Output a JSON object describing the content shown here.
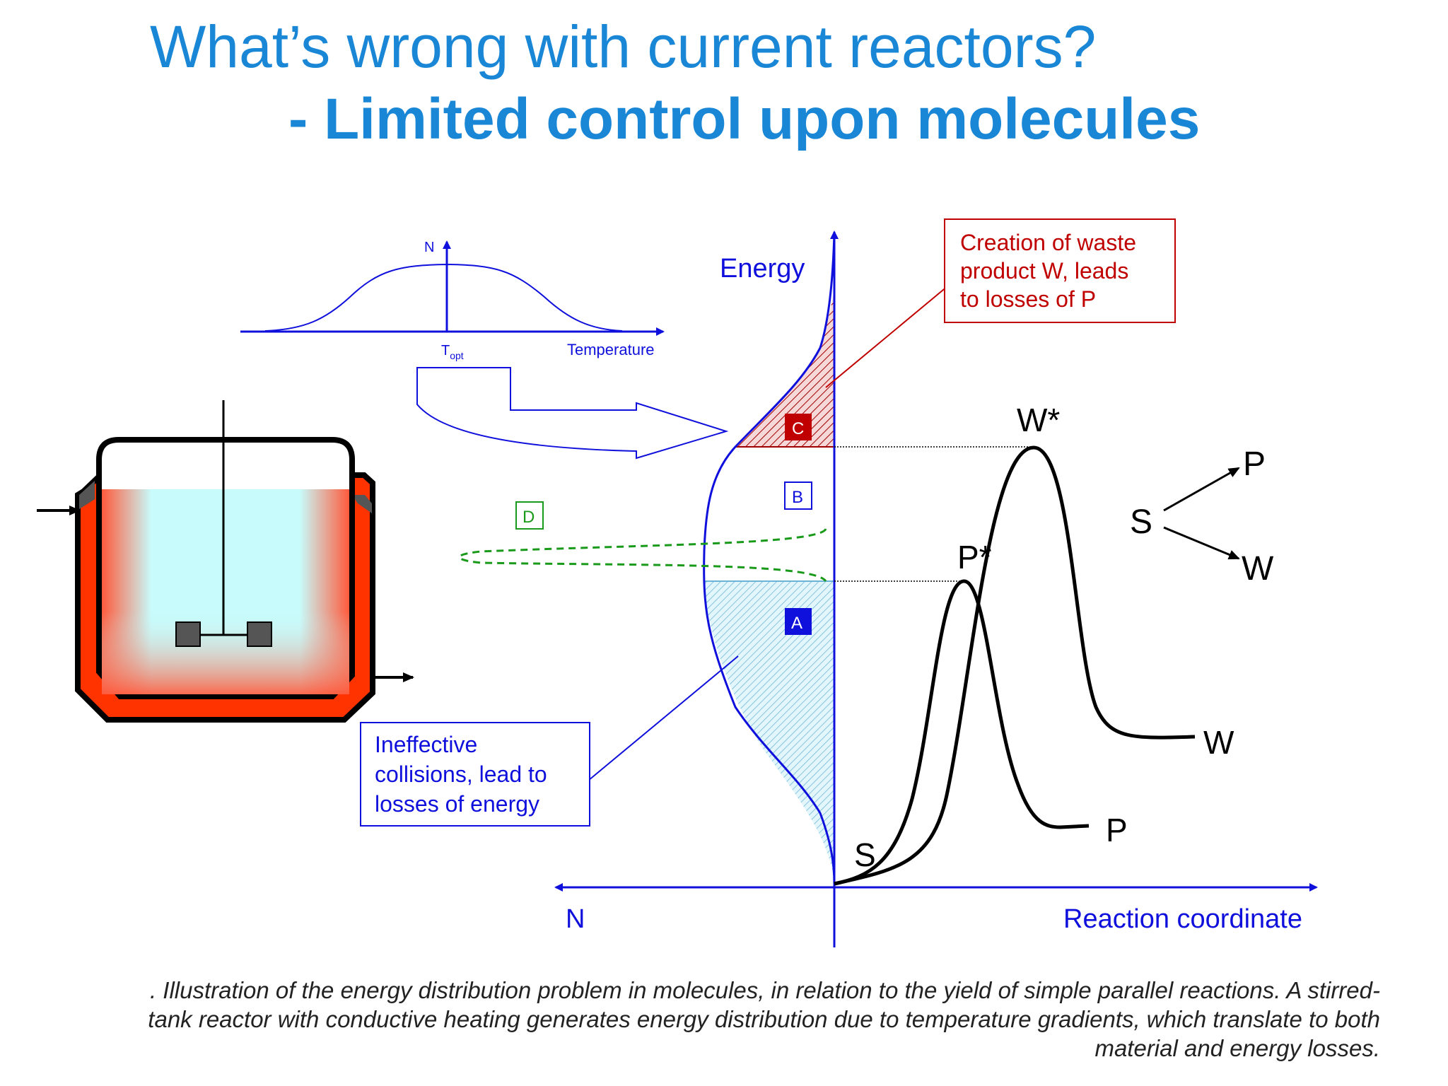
{
  "title": {
    "line1": "What’s wrong with current reactors?",
    "line2": "- Limited control upon molecules"
  },
  "inset_chart": {
    "y_label": "N",
    "x_label": "Temperature",
    "topt_main": "T",
    "topt_sub": "opt"
  },
  "energy_diagram": {
    "y_label": "Energy",
    "x_left_label": "N",
    "x_right_label": "Reaction coordinate",
    "region_c": "C",
    "region_b": "B",
    "region_a": "A",
    "region_d": "D",
    "label_s": "S",
    "label_p_star": "P*",
    "label_w_star": "W*",
    "label_p": "P",
    "label_w": "W"
  },
  "scheme": {
    "s": "S",
    "p": "P",
    "w": "W"
  },
  "callouts": {
    "waste": [
      "Creation of waste",
      "product W, leads",
      "to losses of P"
    ],
    "ineffective": [
      "Ineffective",
      "collisions, lead to",
      "losses of energy"
    ]
  },
  "caption": ". Illustration of the energy distribution problem in molecules, in relation to the yield of simple parallel reactions. A stirred-tank reactor with conductive heating generates energy distribution due to temperature gradients, which translate to both material and energy losses.",
  "colors": {
    "title": "#1a87d6",
    "axis_blue": "#1010dd",
    "waste_red": "#c00000",
    "jacket_red": "#ff3300",
    "liquid": "#c8fbfb",
    "green_dash": "#1a9a1a"
  }
}
